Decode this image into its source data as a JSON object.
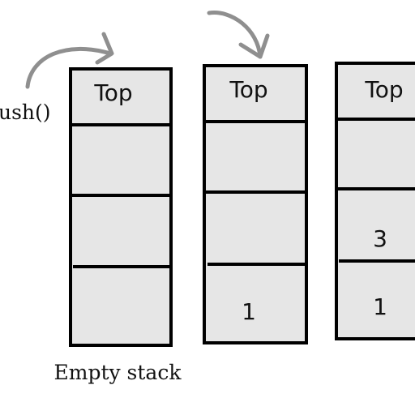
{
  "diagram": {
    "push_label": "ush()",
    "stack1": {
      "top_label": "Top",
      "caption": "Empty stack"
    },
    "stack2": {
      "top_label": "Top",
      "value_1": "1"
    },
    "stack3": {
      "top_label": "Top",
      "value_3": "3",
      "value_1": "1"
    },
    "colors": {
      "arrow": "#8f8f8f",
      "cell_fill": "#e6e6e6",
      "outline": "#000000"
    }
  }
}
